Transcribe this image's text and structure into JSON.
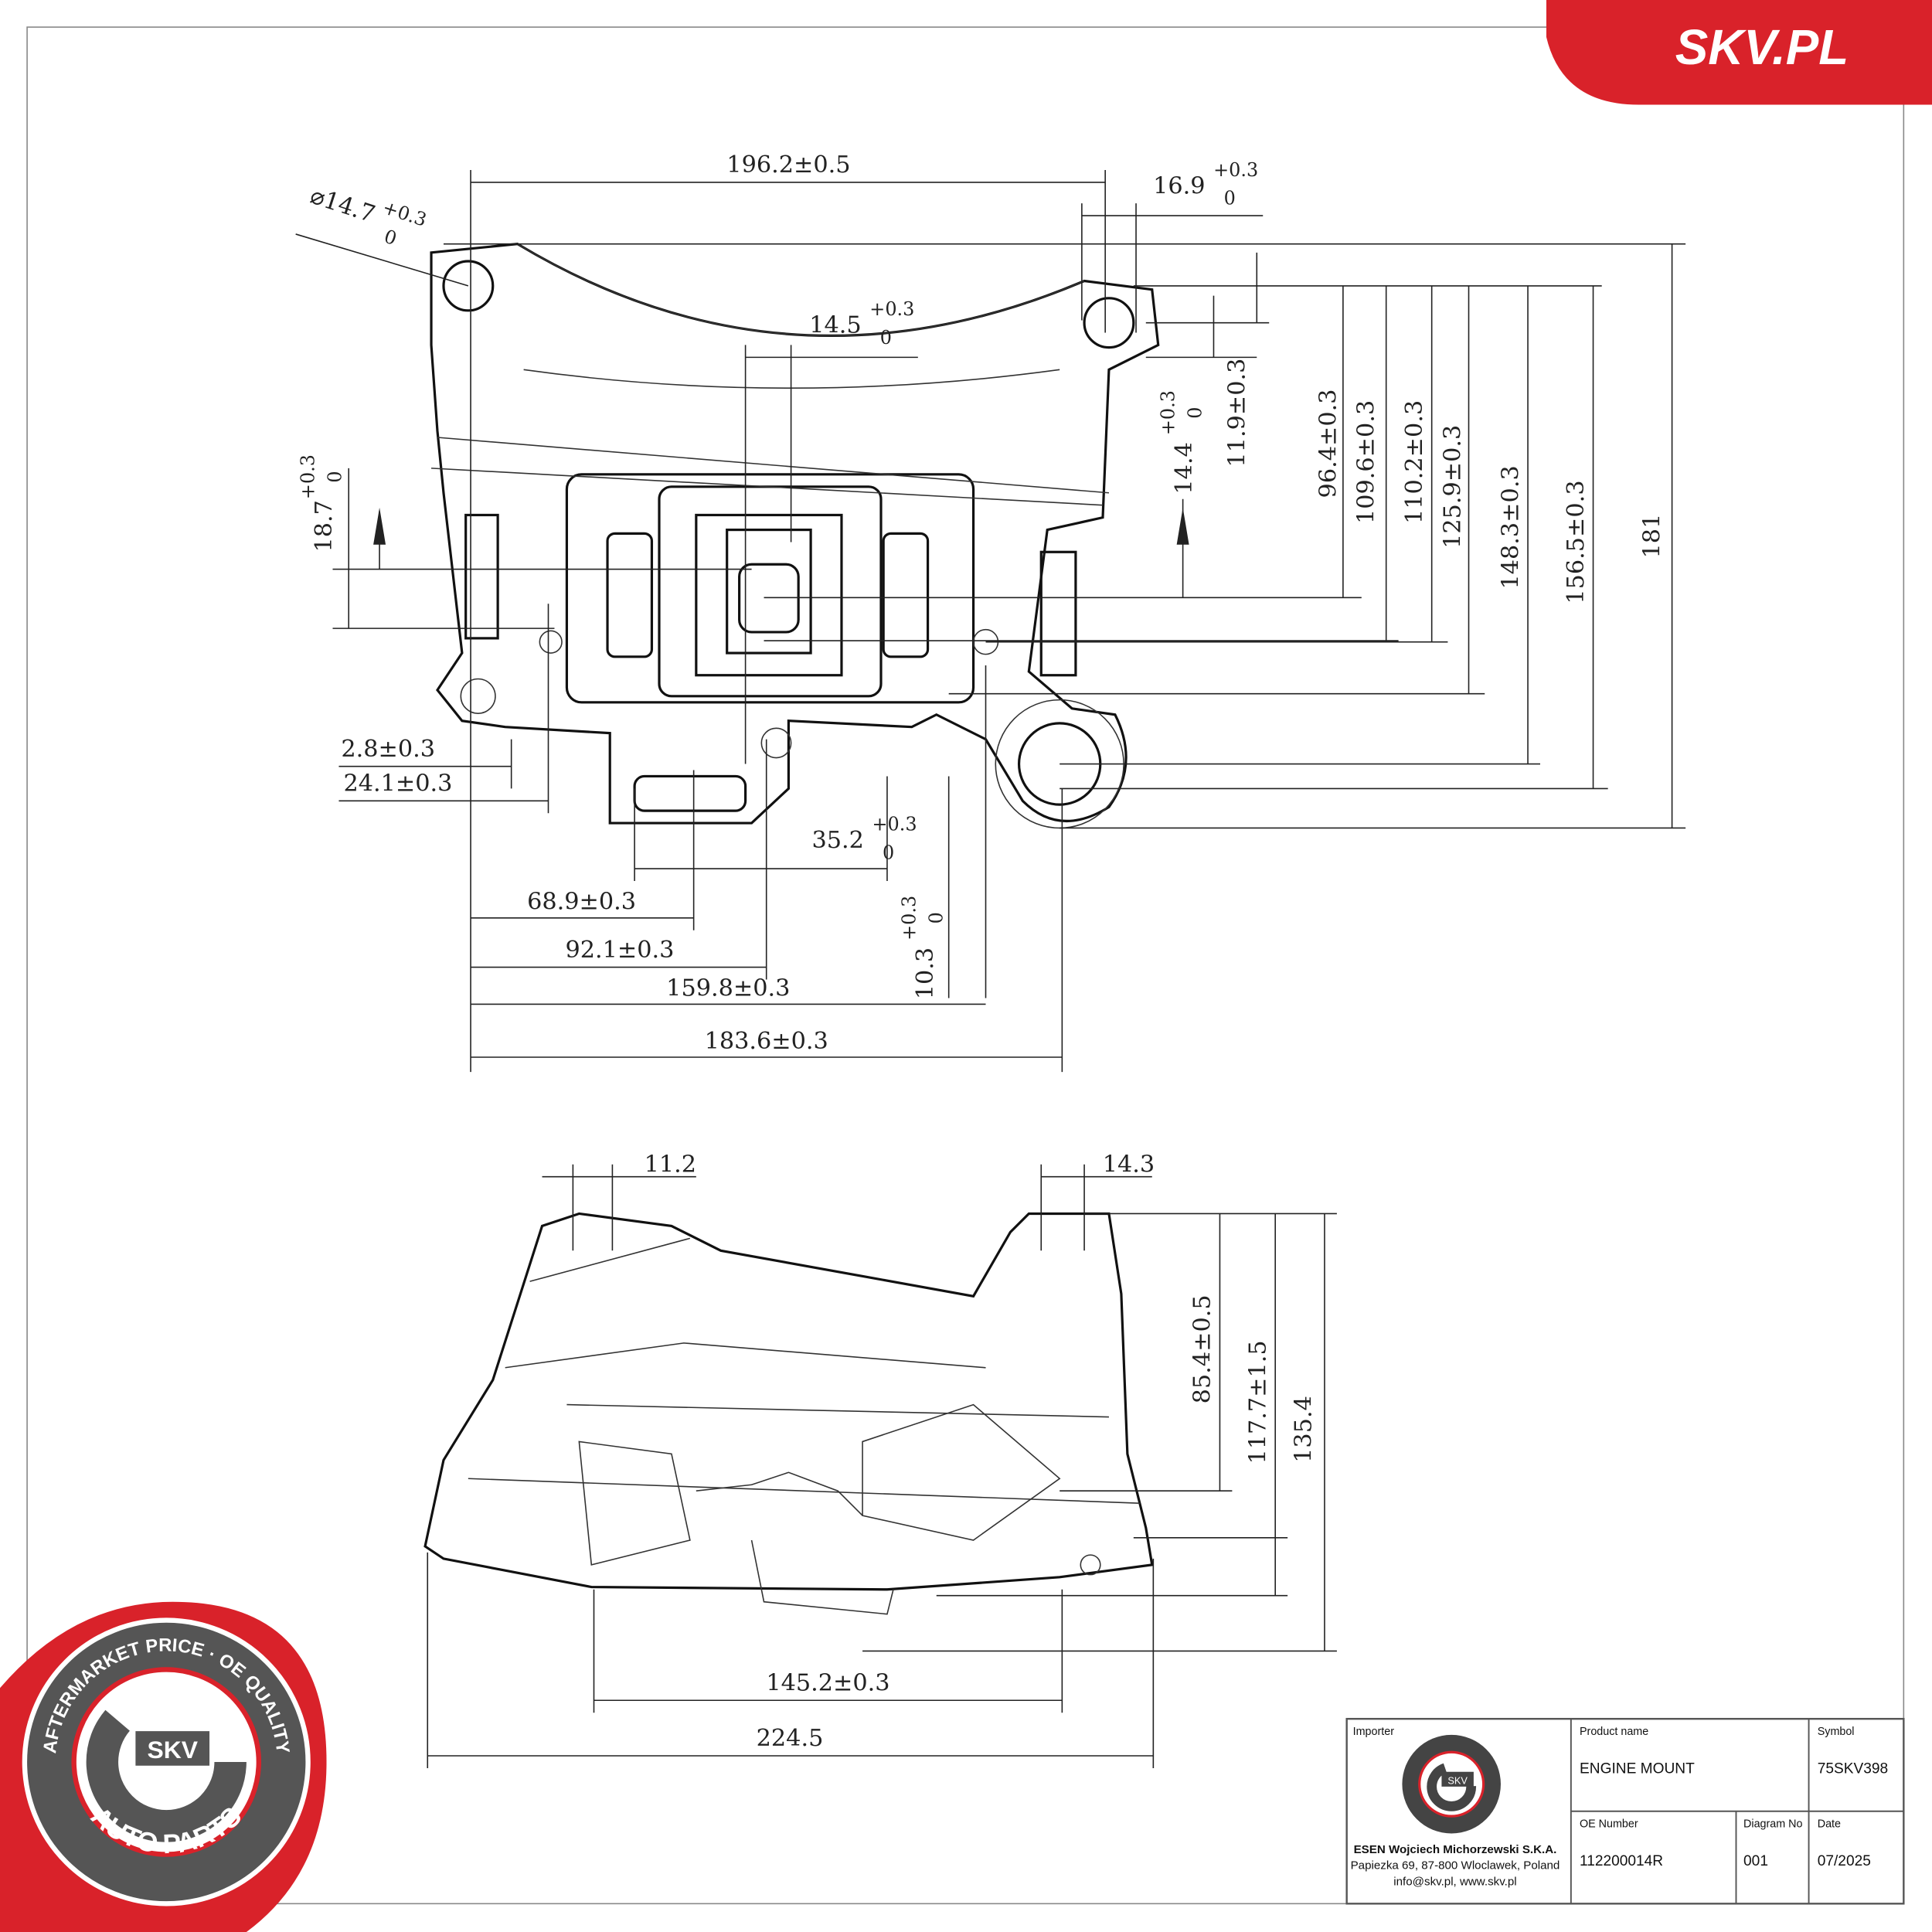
{
  "brand": {
    "logo_text": "SKV.PL",
    "accent": "#d9222a"
  },
  "badge": {
    "ring_top": "AFTERMARKET PRICE · OE QUALITY",
    "ring_bottom": "AUTO PARTS",
    "center": "SKV"
  },
  "top_view": {
    "d_196": "196.2±0.5",
    "d_16_9": {
      "value": "16.9",
      "upper": "+0.3",
      "lower": "0"
    },
    "d_dia": {
      "value": "⌀14.7",
      "upper": "+0.3",
      "lower": "0"
    },
    "d_14_5": {
      "value": "14.5",
      "upper": "+0.3",
      "lower": "0"
    },
    "d_18_7": {
      "value": "18.7",
      "upper": "+0.3",
      "lower": "0"
    },
    "d_14_4": {
      "value": "14.4",
      "upper": "+0.3",
      "lower": "0"
    },
    "d_11_9": "11.9±0.3",
    "d_96_4": "96.4±0.3",
    "d_109_6": "109.6±0.3",
    "d_110_2": "110.2±0.3",
    "d_125_9": "125.9±0.3",
    "d_148_3": "148.3±0.3",
    "d_156_5": "156.5±0.3",
    "d_181": "181",
    "d_2_8": "2.8±0.3",
    "d_24_1": "24.1±0.3",
    "d_35_2": {
      "value": "35.2",
      "upper": "+0.3",
      "lower": "0"
    },
    "d_10_3": {
      "value": "10.3",
      "upper": "+0.3",
      "lower": "0"
    },
    "d_68_9": "68.9±0.3",
    "d_92_1": "92.1±0.3",
    "d_159_8": "159.8±0.3",
    "d_183_6": "183.6±0.3"
  },
  "side_view": {
    "d_11_2": "11.2",
    "d_14_3": "14.3",
    "d_85_4": "85.4±0.5",
    "d_117_7": "117.7±1.5",
    "d_135_4": "135.4",
    "d_145_2": "145.2±0.3",
    "d_224_5": "224.5"
  },
  "title_block": {
    "importer_label": "Importer",
    "importer_name": "ESEN Wojciech Michorzewski S.K.A.",
    "importer_address": "Papiezka 69, 87-800 Wloclawek, Poland",
    "importer_contact": "info@skv.pl, www.skv.pl",
    "product_label": "Product name",
    "product_value": "ENGINE MOUNT",
    "symbol_label": "Symbol",
    "symbol_value": "75SKV398",
    "oe_label": "OE Number",
    "oe_value": "112200014R",
    "diagram_label": "Diagram No",
    "diagram_value": "001",
    "date_label": "Date",
    "date_value": "07/2025"
  }
}
